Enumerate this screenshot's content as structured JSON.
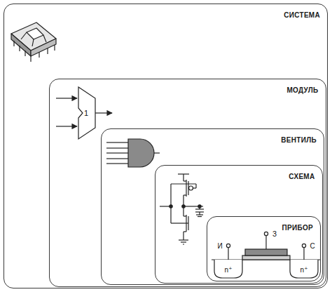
{
  "diagram": {
    "nodes": [
      {
        "text": [
          "СИСТЕМА"
        ]
      },
      {
        "text": [
          "МОДУЛЬ"
        ],
        "in": 0
      },
      {
        "text": [
          "ВЕНТИЛЬ"
        ],
        "in": 1
      },
      {
        "text": [
          "СХЕМА"
        ],
        "in": 2
      },
      {
        "text": [
          "ПРИБОР"
        ],
        "in": 3
      }
    ],
    "labels": [
      "1",
      "З",
      "И",
      "С",
      "n⁺",
      "n⁺"
    ]
  }
}
